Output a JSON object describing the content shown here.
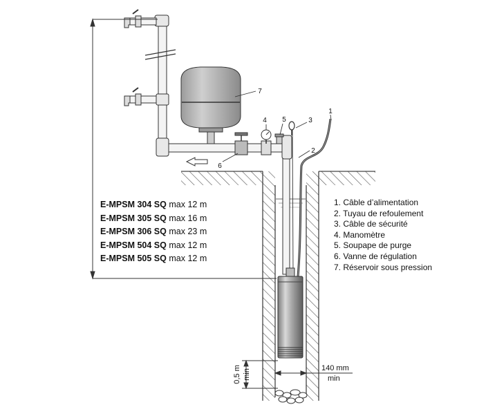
{
  "models": [
    {
      "name": "E-MPSM 304 SQ",
      "depth": "max 12 m"
    },
    {
      "name": "E-MPSM 305 SQ",
      "depth": "max 16 m"
    },
    {
      "name": "E-MPSM 306 SQ",
      "depth": "max 23 m"
    },
    {
      "name": "E-MPSM 504 SQ",
      "depth": "max 12 m"
    },
    {
      "name": "E-MPSM 505 SQ",
      "depth": "max 12 m"
    }
  ],
  "legend": [
    "1. Câble d’alimentation",
    "2. Tuyau de refoulement",
    "3. Câble de sécurité",
    "4. Manomètre",
    "5. Soupape de purge",
    "6. Vanne de régulation",
    "7. Réservoir sous pression"
  ],
  "callouts": [
    "1",
    "2",
    "3",
    "4",
    "5",
    "6",
    "7"
  ],
  "dimensions": {
    "bottom_clearance_value": "0,5 m",
    "bottom_clearance_unit": "min",
    "diameter_value": "140 mm",
    "diameter_unit": "min"
  }
}
